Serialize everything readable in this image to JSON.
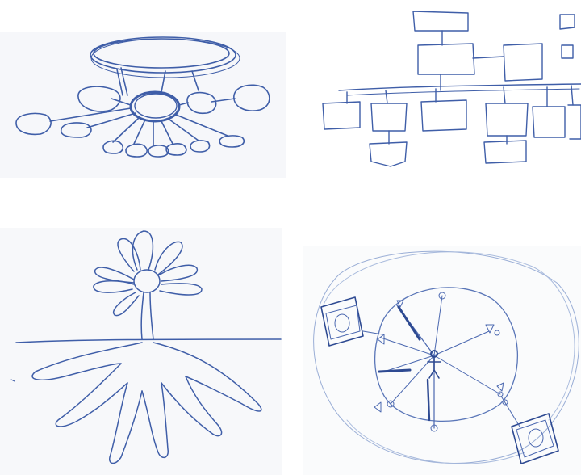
{
  "background_color": "#ffffff",
  "paper_color": "#f4f5f8",
  "ink_color": "#3f5ea8",
  "ink_color_dark": "#2e4a92",
  "panels": [
    {
      "id": "mind-map-sketch",
      "icon": "mind-map-sketch"
    },
    {
      "id": "org-chart-sketch",
      "icon": "hierarchy-tree-sketch"
    },
    {
      "id": "flower-roots-sketch",
      "icon": "flower-with-roots-sketch"
    },
    {
      "id": "radial-network-sketch",
      "icon": "radial-network-with-stick-figure-sketch"
    }
  ]
}
